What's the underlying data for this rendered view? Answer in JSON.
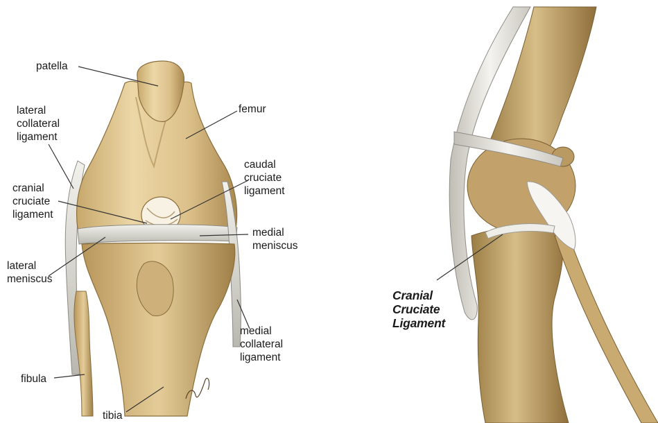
{
  "left_labels": {
    "patella": "patella",
    "femur": "femur",
    "lateral_collateral_ligament": [
      "lateral",
      "collateral",
      "ligament"
    ],
    "caudal_cruciate_ligament": [
      "caudal",
      "cruciate",
      "ligament"
    ],
    "cranial_cruciate_ligament": [
      "cranial",
      "cruciate",
      "ligament"
    ],
    "medial_meniscus": [
      "medial",
      "meniscus"
    ],
    "lateral_meniscus": [
      "lateral",
      "meniscus"
    ],
    "medial_collateral_ligament": [
      "medial",
      "collateral",
      "ligament"
    ],
    "fibula": "fibula",
    "tibia": "tibia"
  },
  "right_labels": {
    "cranial_cruciate_ligament": [
      "Cranial",
      "Cruciate",
      "Ligament"
    ]
  },
  "colors": {
    "bone": "#d9bf86",
    "bone_shadow": "#a88a52",
    "ligament": "#e8e6df",
    "leader": "#333333",
    "bone_lateral": "#c8a870",
    "bone_lateral_shadow": "#8a6c3c"
  }
}
